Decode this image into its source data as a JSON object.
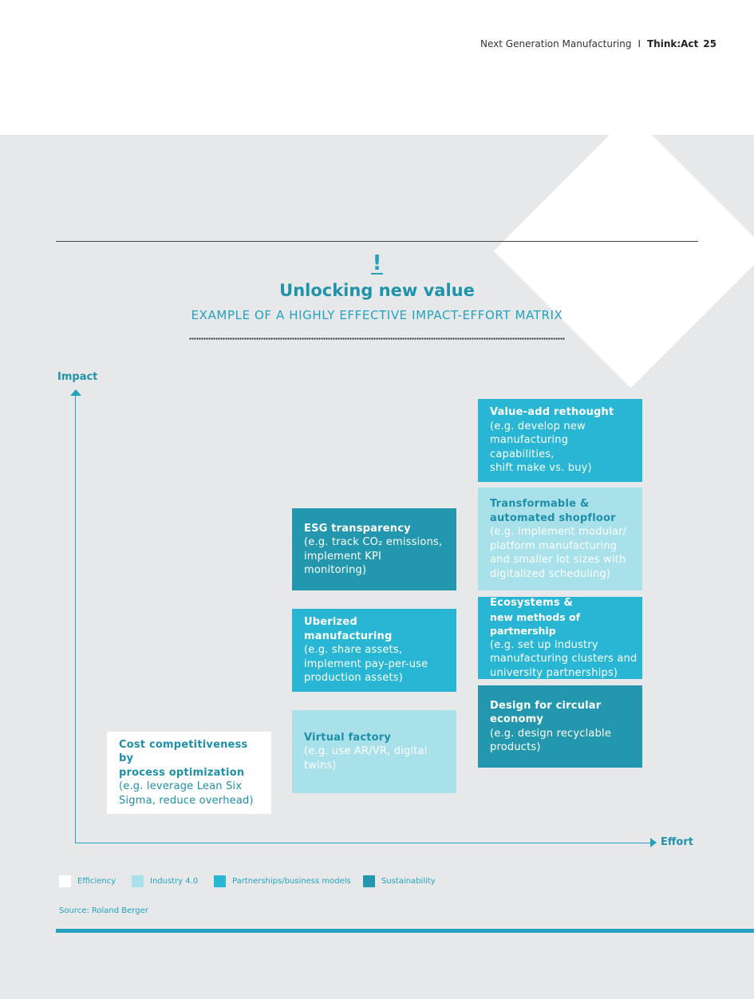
{
  "header": {
    "publication": "Next Generation Manufacturing",
    "separator": "I",
    "brand": "Think:Act",
    "page_number": "25"
  },
  "figure": {
    "marker": "!",
    "title": "Unlocking new value",
    "subtitle": "EXAMPLE OF A HIGHLY EFFECTIVE IMPACT-EFFORT MATRIX",
    "y_axis_label": "Impact",
    "x_axis_label": "Effort"
  },
  "colors": {
    "efficiency": "#ffffff",
    "industry40": "#a8e1ea",
    "partnerships": "#29b6d4",
    "sustainability": "#2397ae",
    "accent": "#22a3bd"
  },
  "boxes": {
    "cost": {
      "title_lines": [
        "Cost competitiveness by",
        "process optimization"
      ],
      "desc_lines": [
        "(e.g. leverage Lean Six",
        "Sigma, reduce overhead)"
      ],
      "category": "Efficiency"
    },
    "virtual": {
      "title_lines": [
        "Virtual factory"
      ],
      "desc_lines": [
        "(e.g. use AR/VR, digital",
        "twins)"
      ],
      "category": "Industry 4.0"
    },
    "uberized": {
      "title_lines": [
        "Uberized manufacturing"
      ],
      "desc_lines": [
        "(e.g. share assets,",
        "implement pay-per-use",
        "production assets)"
      ],
      "category": "Partnerships/business models"
    },
    "esg": {
      "title_lines": [
        "ESG transparency"
      ],
      "desc_lines": [
        "(e.g. track CO₂ emissions,",
        "implement KPI monitoring)"
      ],
      "category": "Sustainability"
    },
    "value_add": {
      "title_lines": [
        "Value-add rethought"
      ],
      "desc_lines": [
        "(e.g. develop new",
        "manufacturing capabilities,",
        "shift make vs. buy)"
      ],
      "category": "Partnerships/business models"
    },
    "shopfloor": {
      "title_lines": [
        "Transformable &",
        "automated shopfloor"
      ],
      "desc_lines": [
        "(e.g. implement modular/",
        "platform manufacturing",
        "and smaller lot sizes with",
        "digitalized scheduling)"
      ],
      "category": "Industry 4.0"
    },
    "ecosystems": {
      "title_lines": [
        "Ecosystems &",
        "new methods of partnership"
      ],
      "desc_lines": [
        "(e.g. set up industry",
        "manufacturing clusters and",
        "university partnerships)"
      ],
      "category": "Partnerships/business models"
    },
    "circular": {
      "title_lines": [
        "Design for circular",
        "economy"
      ],
      "desc_lines": [
        "(e.g. design recyclable",
        "products)"
      ],
      "category": "Sustainability"
    }
  },
  "legend": [
    {
      "label": "Efficiency"
    },
    {
      "label": "Industry 4.0"
    },
    {
      "label": "Partnerships/business models"
    },
    {
      "label": "Sustainability"
    }
  ],
  "source": "Source: Roland Berger"
}
